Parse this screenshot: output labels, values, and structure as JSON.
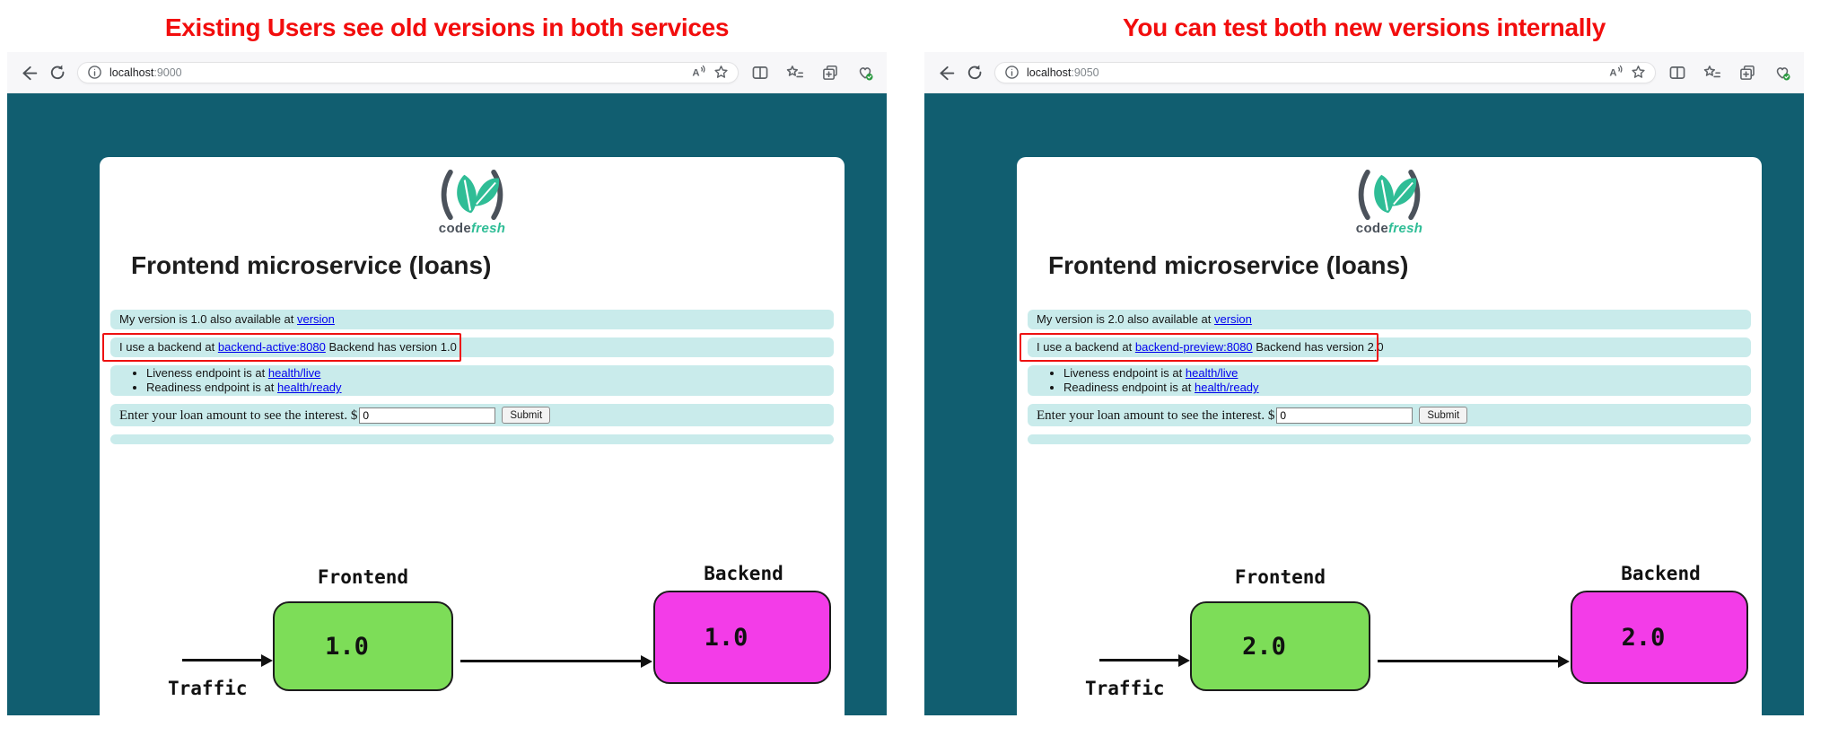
{
  "annotations": {
    "left_title": "Existing Users see old versions in both services",
    "right_title": "You can test both new versions internally"
  },
  "colors": {
    "annotation_red": "#f20d0d",
    "highlight_box_red": "#ee1111",
    "page_teal": "#115e70",
    "info_bar_cyan": "#c9ebeb",
    "frontend_green": "#7ddd58",
    "backend_magenta": "#f33ce8",
    "link_blue": "#0000ee",
    "logo_green": "#2fbd96"
  },
  "chrome_icons": [
    "back-icon",
    "refresh-icon",
    "info-icon",
    "read-aloud-icon",
    "favorite-star-icon",
    "split-screen-icon",
    "favorites-bar-icon",
    "collections-icon",
    "browser-essentials-icon"
  ],
  "windows": [
    {
      "url_host": "localhost",
      "url_port": ":9000",
      "page": {
        "logo_code": "code",
        "logo_fresh": "fresh",
        "heading": "Frontend microservice (loans)",
        "version_bar": {
          "text": "My version is 1.0 also available at ",
          "link": "version"
        },
        "backend_bar": {
          "text": "I use a backend at ",
          "link": "backend-active:8080",
          "suffix": " Backend has version 1.0"
        },
        "endpoints": [
          {
            "text": "Liveness endpoint is at ",
            "link": "health/live"
          },
          {
            "text": "Readiness endpoint is at ",
            "link": "health/ready"
          }
        ],
        "loan_form": {
          "label": "Enter your loan amount to see the interest. $",
          "value": "0",
          "submit": "Submit"
        },
        "diagram": {
          "traffic": "Traffic",
          "frontend_label": "Frontend",
          "frontend_version": "1.0",
          "backend_label": "Backend",
          "backend_version": "1.0"
        }
      }
    },
    {
      "url_host": "localhost",
      "url_port": ":9050",
      "page": {
        "logo_code": "code",
        "logo_fresh": "fresh",
        "heading": "Frontend microservice (loans)",
        "version_bar": {
          "text": "My version is 2.0 also available at ",
          "link": "version"
        },
        "backend_bar": {
          "text": "I use a backend at ",
          "link": "backend-preview:8080",
          "suffix": " Backend has version 2.0"
        },
        "endpoints": [
          {
            "text": "Liveness endpoint is at ",
            "link": "health/live"
          },
          {
            "text": "Readiness endpoint is at ",
            "link": "health/ready"
          }
        ],
        "loan_form": {
          "label": "Enter your loan amount to see the interest. $",
          "value": "0",
          "submit": "Submit"
        },
        "diagram": {
          "traffic": "Traffic",
          "frontend_label": "Frontend",
          "frontend_version": "2.0",
          "backend_label": "Backend",
          "backend_version": "2.0"
        }
      }
    }
  ]
}
